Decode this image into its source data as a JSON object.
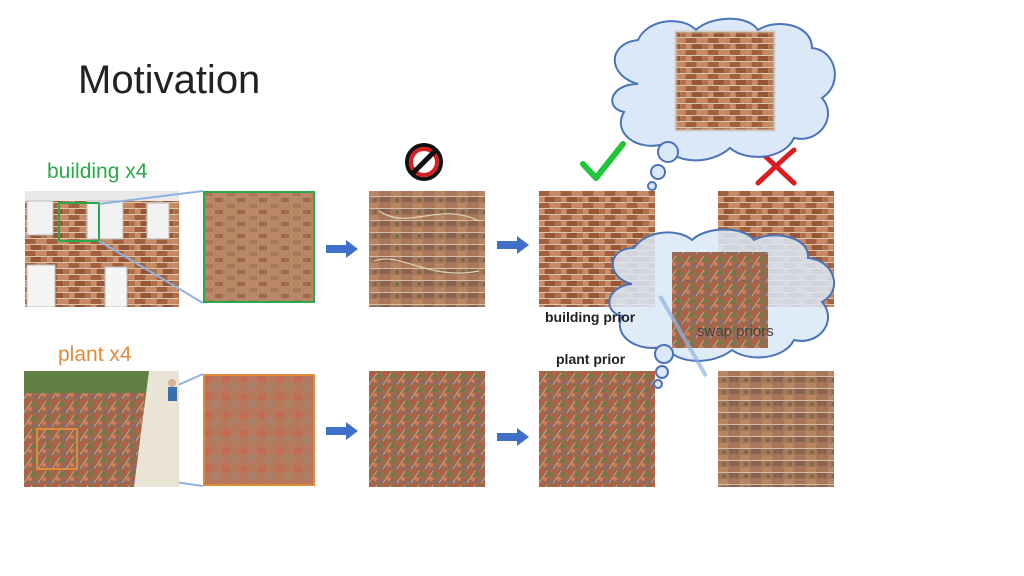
{
  "slide": {
    "title": "Motivation",
    "building_label": "building x4",
    "plant_label": "plant x4",
    "building_prior_label": "building prior",
    "plant_prior_label": "plant prior",
    "swap_label": "swap priors"
  },
  "colors": {
    "green": "#2aa84a",
    "orange": "#e08a3a",
    "arrow_blue": "#3f6fc9",
    "check_green": "#22c43a",
    "cross_red": "#d81e1e",
    "cloud_fill": "#dbe8f7",
    "cloud_stroke": "#4a73b8"
  },
  "icons": [
    "prohibited-icon",
    "check-icon",
    "cross-icon",
    "arrow-icon"
  ]
}
